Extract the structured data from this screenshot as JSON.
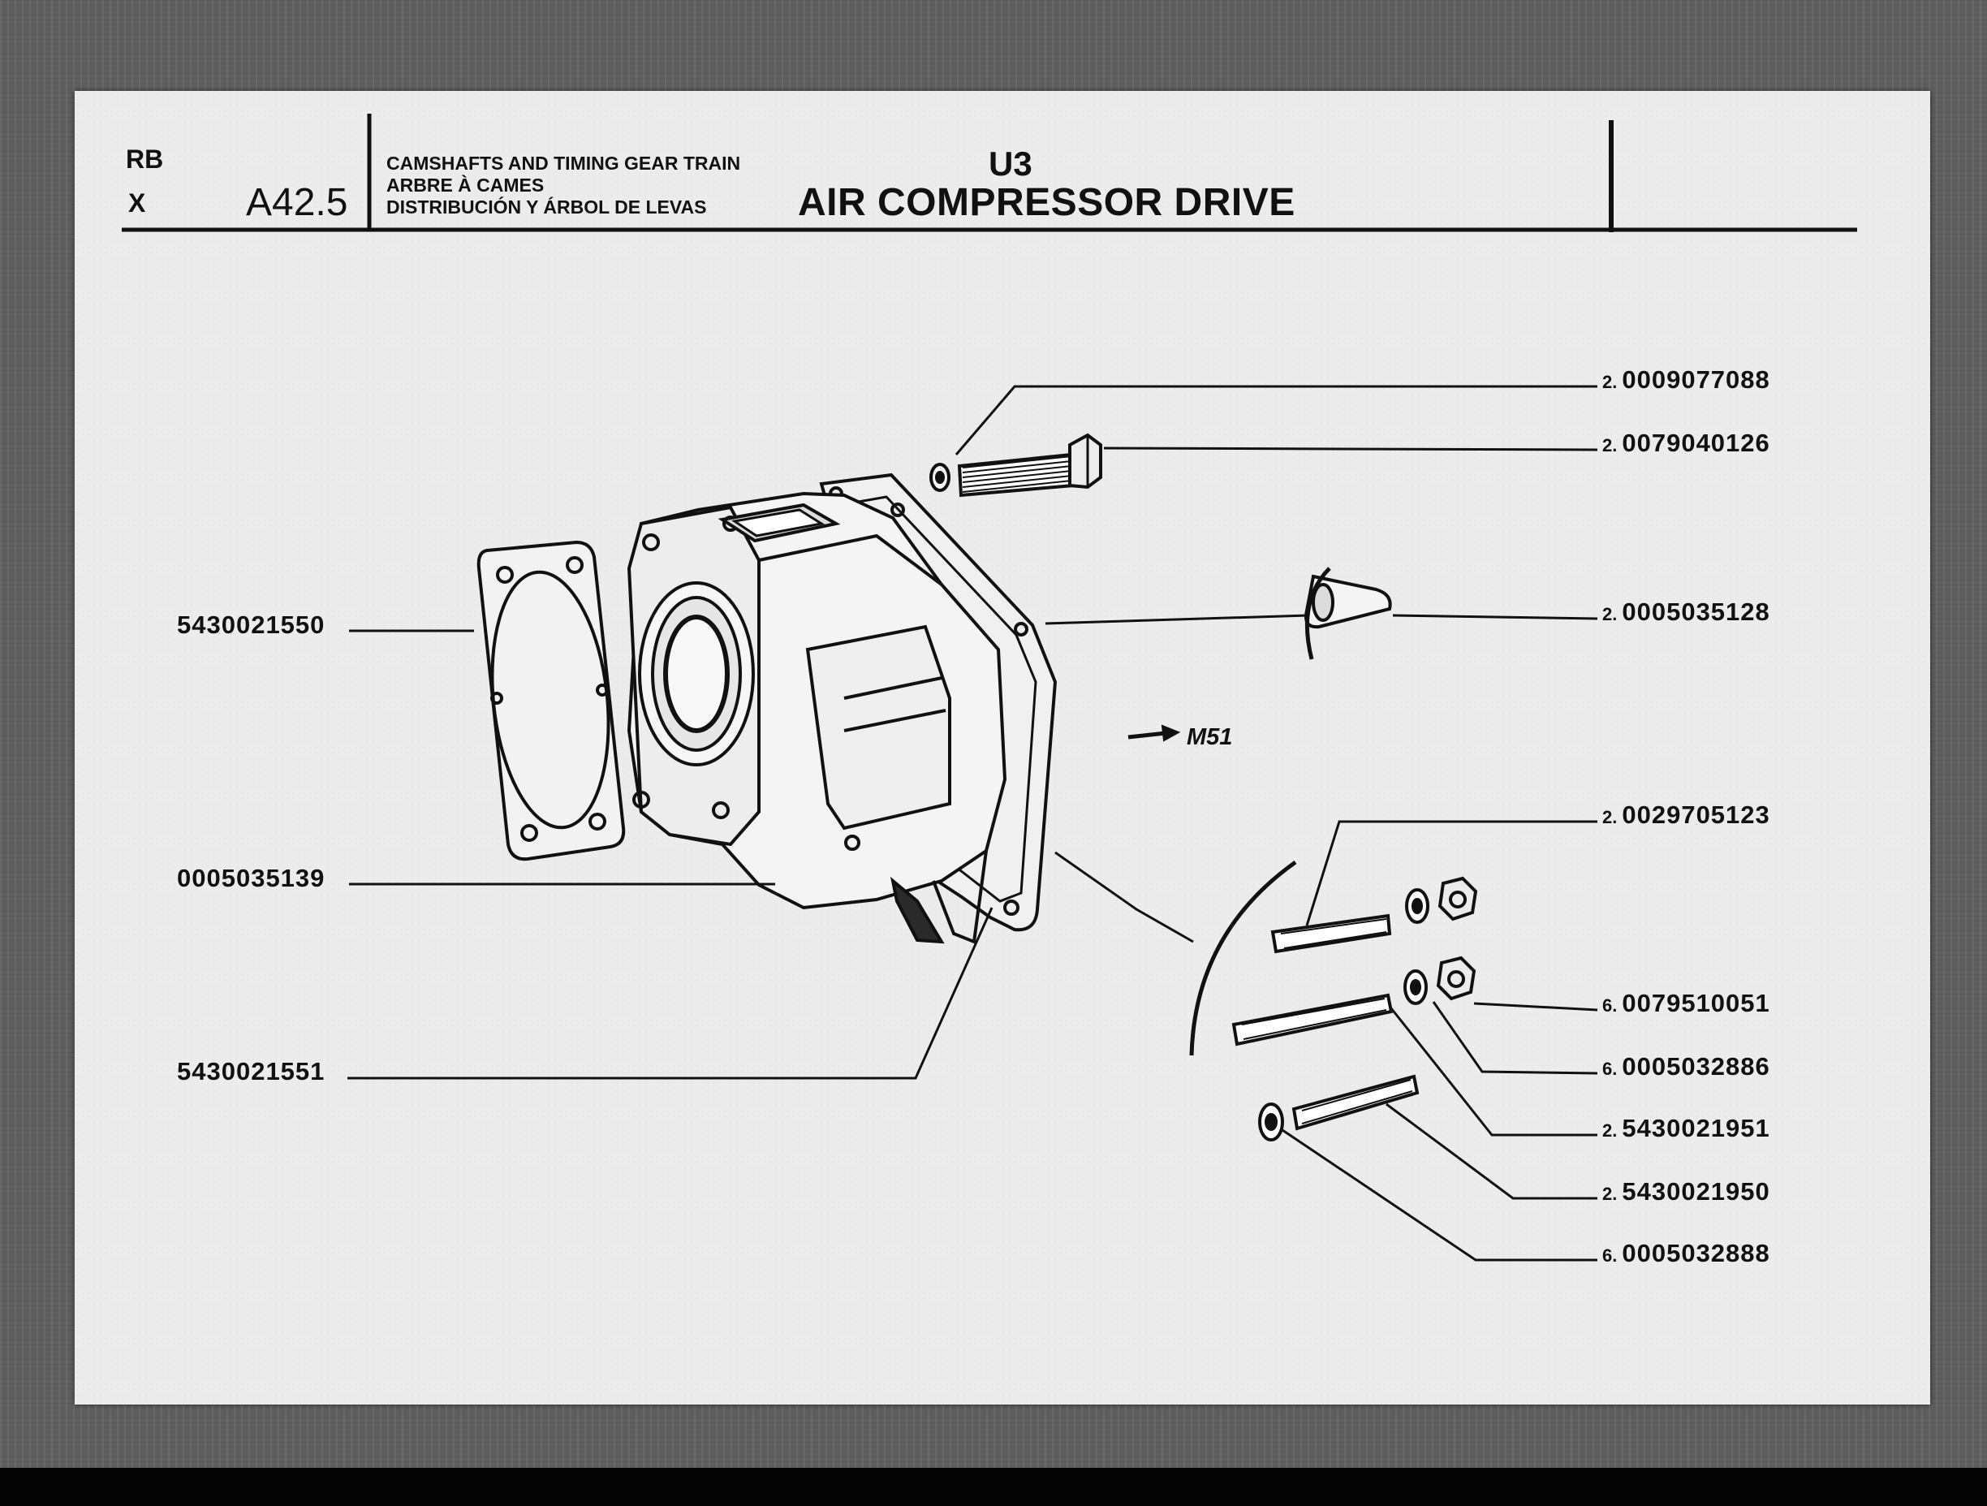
{
  "header": {
    "code_top": "RB",
    "code_bottom": "X",
    "section": "A42.5",
    "group_lines": [
      "CAMSHAFTS AND TIMING GEAR TRAIN",
      "ARBRE À CAMES",
      "DISTRIBUCIÓN Y ÁRBOL DE LEVAS"
    ],
    "unit": "U3",
    "title": "AIR COMPRESSOR DRIVE"
  },
  "reference": "M51",
  "parts_left": [
    {
      "number": "5430021550"
    },
    {
      "number": "0005035139"
    },
    {
      "number": "5430021551"
    }
  ],
  "parts_right": [
    {
      "qty": "2.",
      "number": "0009077088"
    },
    {
      "qty": "2.",
      "number": "0079040126"
    },
    {
      "qty": "2.",
      "number": "0005035128"
    },
    {
      "qty": "2.",
      "number": "0029705123"
    },
    {
      "qty": "6.",
      "number": "0079510051"
    },
    {
      "qty": "6.",
      "number": "0005032886"
    },
    {
      "qty": "2.",
      "number": "5430021951"
    },
    {
      "qty": "2.",
      "number": "5430021950"
    },
    {
      "qty": "6.",
      "number": "0005032888"
    }
  ]
}
